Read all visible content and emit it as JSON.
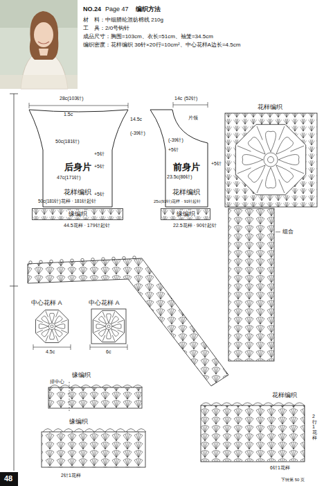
{
  "diagram": {
    "nodes": [
      {
        "text": [
          "后身片",
          "花样编织"
        ]
      },
      {
        "text": [
          "缘编织"
        ]
      },
      {
        "text": [
          "前身片",
          "花样编织"
        ]
      },
      {
        "text": [
          "缘编织"
        ]
      }
    ],
    "labels": [
      "NO.24",
      "Page 47",
      "编织方法",
      "材　料：中细腈纶混纺棉线 210g",
      "工　具：2/0号钩针",
      "成品尺寸：胸围=103cm、衣长=51cm、袖笼=34.5cm",
      "编织密度：花样编织 36针×20行=10cm²、中心花样A边长=4.5cm",
      "28c(103针)",
      "1.5c",
      "14.5c",
      "(-39针)",
      "50c(181针)",
      "47c(171针)",
      "+5针",
      "+5针",
      "+5针",
      "50c(181针)花样 · 181针起针",
      "44.5花样 · 179针起针",
      "14c",
      "(52针)",
      "(-39针)",
      "片领",
      "+5针",
      "+5针",
      "23.5c(86针)",
      "25c(91针)花样 · 91针起针",
      "22.5花样 · 90针起针",
      "花样编织",
      "组合",
      "中心花样 A",
      "中心花样 A",
      "4.5c",
      "6c",
      "缘编织",
      "排中心",
      "缘编织",
      "2针1花样",
      "花样编织",
      "2行1花样",
      "6针1花样",
      "48",
      "下转第 50 页"
    ]
  }
}
